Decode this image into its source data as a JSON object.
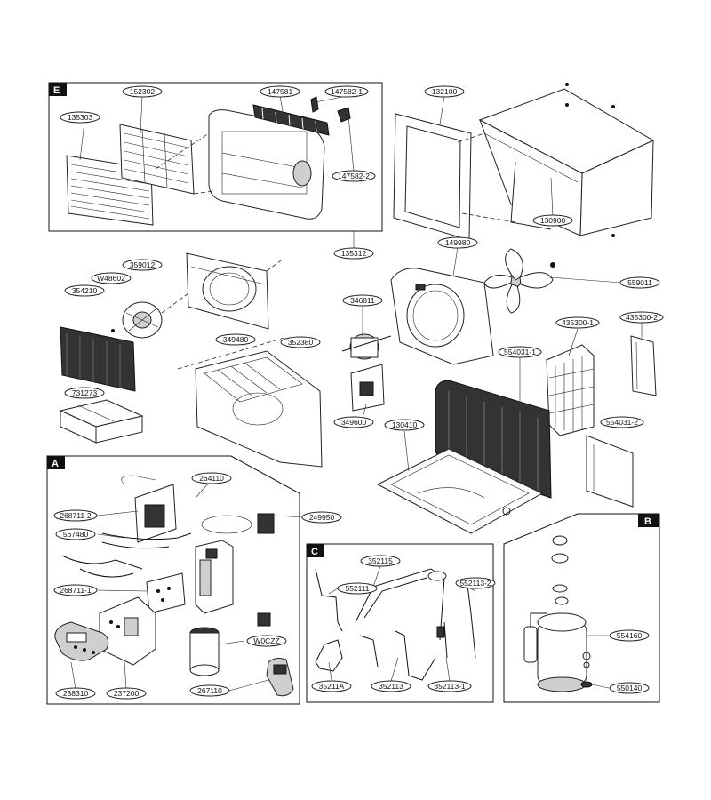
{
  "sections": {
    "E": "E",
    "A": "A",
    "B": "B",
    "C": "C"
  },
  "labels": {
    "p135303": "135303",
    "p152302": "152302",
    "p147581": "147581",
    "p147582_1": "147582-1",
    "p147582_2": "147582-2",
    "p135312": "135312",
    "p132100": "132100",
    "p130900": "130900",
    "pW48602": "W48602",
    "p359012": "359012",
    "p354210": "354210",
    "p349480": "349480",
    "p731273": "731273",
    "p352380": "352380",
    "p346811": "346811",
    "p349600": "349600",
    "p149980": "149980",
    "p559011": "559011",
    "p435300_1": "435300-1",
    "p435300_2": "435300-2",
    "p554031_1": "554031-1",
    "p554031_2": "554031-2",
    "p130410": "130410",
    "p264110": "264110",
    "p268711_2": "268711-2",
    "p249950": "249950",
    "p567480": "567480",
    "p268711_1": "268711-1",
    "pW0CZZ": "W0CZZ",
    "p238310": "238310",
    "p237200": "237200",
    "p267110": "267110",
    "p352115": "352115",
    "p552111": "552111",
    "p552113_2": "552113-2",
    "p35211A": "35211A",
    "p352113": "352113",
    "p352113_1": "352113-1",
    "p554160": "554160",
    "p550140": "550140"
  }
}
